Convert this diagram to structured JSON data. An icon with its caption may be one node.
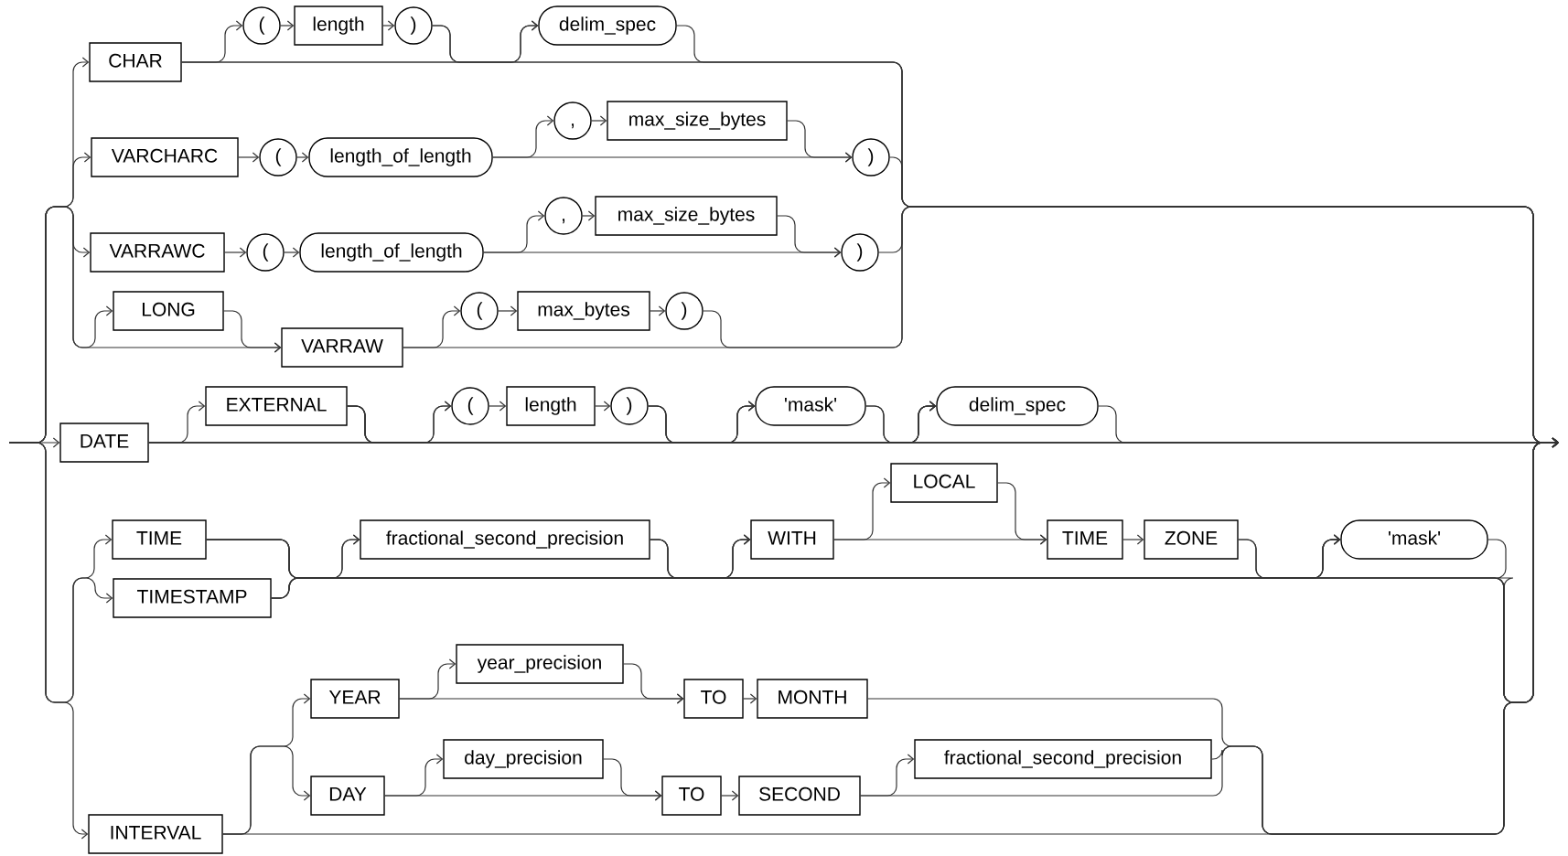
{
  "diagram": {
    "nodes": [
      {
        "text": [
          "CHAR"
        ]
      },
      {
        "text": [
          "("
        ]
      },
      {
        "text": [
          "length"
        ]
      },
      {
        "text": [
          ")"
        ]
      },
      {
        "text": [
          "delim_spec"
        ]
      },
      {
        "text": [
          "VARCHARC"
        ]
      },
      {
        "text": [
          "("
        ]
      },
      {
        "text": [
          "length_of_length"
        ]
      },
      {
        "text": [
          ","
        ]
      },
      {
        "text": [
          "max_size_bytes"
        ]
      },
      {
        "text": [
          ")"
        ]
      },
      {
        "text": [
          "VARRAWC"
        ]
      },
      {
        "text": [
          "("
        ]
      },
      {
        "text": [
          "length_of_length"
        ]
      },
      {
        "text": [
          ","
        ]
      },
      {
        "text": [
          "max_size_bytes"
        ]
      },
      {
        "text": [
          ")"
        ]
      },
      {
        "text": [
          "LONG"
        ]
      },
      {
        "text": [
          "VARRAW"
        ]
      },
      {
        "text": [
          "("
        ]
      },
      {
        "text": [
          "max_bytes"
        ]
      },
      {
        "text": [
          ")"
        ]
      },
      {
        "text": [
          "DATE"
        ]
      },
      {
        "text": [
          "EXTERNAL"
        ]
      },
      {
        "text": [
          "("
        ]
      },
      {
        "text": [
          "length"
        ]
      },
      {
        "text": [
          ")"
        ]
      },
      {
        "text": [
          "'mask'"
        ]
      },
      {
        "text": [
          "delim_spec"
        ]
      },
      {
        "text": [
          "TIME"
        ]
      },
      {
        "text": [
          "TIMESTAMP"
        ]
      },
      {
        "text": [
          "fractional_second_precision"
        ]
      },
      {
        "text": [
          "WITH"
        ]
      },
      {
        "text": [
          "LOCAL"
        ]
      },
      {
        "text": [
          "TIME"
        ]
      },
      {
        "text": [
          "ZONE"
        ]
      },
      {
        "text": [
          "'mask'"
        ]
      },
      {
        "text": [
          "YEAR"
        ]
      },
      {
        "text": [
          "year_precision"
        ]
      },
      {
        "text": [
          "TO"
        ]
      },
      {
        "text": [
          "MONTH"
        ]
      },
      {
        "text": [
          "DAY"
        ]
      },
      {
        "text": [
          "day_precision"
        ]
      },
      {
        "text": [
          "TO"
        ]
      },
      {
        "text": [
          "SECOND"
        ]
      },
      {
        "text": [
          "fractional_second_precision"
        ]
      },
      {
        "text": [
          "INTERVAL"
        ]
      }
    ],
    "edges": [
      {
        "from": null,
        "to": 0,
        "arrow": "to"
      },
      {
        "from": null,
        "to": 5,
        "arrow": "to"
      },
      {
        "from": null,
        "to": 11,
        "arrow": "to"
      },
      {
        "from": null,
        "to": 17,
        "arrow": "to"
      },
      {
        "from": null,
        "to": 18,
        "arrow": "to"
      },
      {
        "from": null,
        "to": 22,
        "arrow": "to"
      },
      {
        "from": null,
        "to": 29,
        "arrow": "to"
      },
      {
        "from": null,
        "to": 30,
        "arrow": "to"
      },
      {
        "from": null,
        "to": 46,
        "arrow": "to"
      },
      {
        "from": 0,
        "to": 1,
        "arrow": "to"
      },
      {
        "from": 0,
        "to": 4,
        "arrow": "to"
      },
      {
        "from": 0,
        "to": null,
        "arrow": "to"
      },
      {
        "from": 1,
        "to": 2,
        "arrow": "to"
      },
      {
        "from": 2,
        "to": 3,
        "arrow": "to"
      },
      {
        "from": 3,
        "to": 4,
        "arrow": "to"
      },
      {
        "from": 3,
        "to": null,
        "arrow": "to"
      },
      {
        "from": 4,
        "to": null,
        "arrow": "to"
      },
      {
        "from": 5,
        "to": 6,
        "arrow": "to"
      },
      {
        "from": 6,
        "to": 7,
        "arrow": "to"
      },
      {
        "from": 7,
        "to": 8,
        "arrow": "to"
      },
      {
        "from": 7,
        "to": 10,
        "arrow": "to"
      },
      {
        "from": 8,
        "to": 9,
        "arrow": "to"
      },
      {
        "from": 9,
        "to": 10,
        "arrow": "to"
      },
      {
        "from": 10,
        "to": null,
        "arrow": "to"
      },
      {
        "from": 11,
        "to": 12,
        "arrow": "to"
      },
      {
        "from": 12,
        "to": 13,
        "arrow": "to"
      },
      {
        "from": 13,
        "to": 14,
        "arrow": "to"
      },
      {
        "from": 13,
        "to": 16,
        "arrow": "to"
      },
      {
        "from": 14,
        "to": 15,
        "arrow": "to"
      },
      {
        "from": 15,
        "to": 16,
        "arrow": "to"
      },
      {
        "from": 16,
        "to": null,
        "arrow": "to"
      },
      {
        "from": 17,
        "to": 18,
        "arrow": "to"
      },
      {
        "from": 18,
        "to": 19,
        "arrow": "to"
      },
      {
        "from": 18,
        "to": null,
        "arrow": "to"
      },
      {
        "from": 19,
        "to": 20,
        "arrow": "to"
      },
      {
        "from": 20,
        "to": 21,
        "arrow": "to"
      },
      {
        "from": 21,
        "to": null,
        "arrow": "to"
      },
      {
        "from": 22,
        "to": 23,
        "arrow": "to"
      },
      {
        "from": 22,
        "to": 24,
        "arrow": "to"
      },
      {
        "from": 22,
        "to": 27,
        "arrow": "to"
      },
      {
        "from": 22,
        "to": 28,
        "arrow": "to"
      },
      {
        "from": 22,
        "to": null,
        "arrow": "to"
      },
      {
        "from": 23,
        "to": 24,
        "arrow": "to"
      },
      {
        "from": 23,
        "to": 27,
        "arrow": "to"
      },
      {
        "from": 23,
        "to": 28,
        "arrow": "to"
      },
      {
        "from": 23,
        "to": null,
        "arrow": "to"
      },
      {
        "from": 24,
        "to": 25,
        "arrow": "to"
      },
      {
        "from": 25,
        "to": 26,
        "arrow": "to"
      },
      {
        "from": 26,
        "to": 27,
        "arrow": "to"
      },
      {
        "from": 26,
        "to": 28,
        "arrow": "to"
      },
      {
        "from": 26,
        "to": null,
        "arrow": "to"
      },
      {
        "from": 27,
        "to": 28,
        "arrow": "to"
      },
      {
        "from": 27,
        "to": null,
        "arrow": "to"
      },
      {
        "from": 28,
        "to": null,
        "arrow": "to"
      },
      {
        "from": 29,
        "to": 31,
        "arrow": "to"
      },
      {
        "from": 29,
        "to": 32,
        "arrow": "to"
      },
      {
        "from": 29,
        "to": 36,
        "arrow": "to"
      },
      {
        "from": 29,
        "to": null,
        "arrow": "to"
      },
      {
        "from": 30,
        "to": 31,
        "arrow": "to"
      },
      {
        "from": 30,
        "to": 32,
        "arrow": "to"
      },
      {
        "from": 30,
        "to": 36,
        "arrow": "to"
      },
      {
        "from": 30,
        "to": null,
        "arrow": "to"
      },
      {
        "from": 31,
        "to": 32,
        "arrow": "to"
      },
      {
        "from": 31,
        "to": 36,
        "arrow": "to"
      },
      {
        "from": 31,
        "to": null,
        "arrow": "to"
      },
      {
        "from": 32,
        "to": 33,
        "arrow": "to"
      },
      {
        "from": 32,
        "to": 34,
        "arrow": "to"
      },
      {
        "from": 33,
        "to": 34,
        "arrow": "to"
      },
      {
        "from": 34,
        "to": 35,
        "arrow": "to"
      },
      {
        "from": 35,
        "to": 36,
        "arrow": "to"
      },
      {
        "from": 35,
        "to": null,
        "arrow": "to"
      },
      {
        "from": 36,
        "to": null,
        "arrow": "to"
      },
      {
        "from": 46,
        "to": 37,
        "arrow": "to"
      },
      {
        "from": 46,
        "to": 41,
        "arrow": "to"
      },
      {
        "from": 46,
        "to": null,
        "arrow": "to"
      },
      {
        "from": 37,
        "to": 38,
        "arrow": "to"
      },
      {
        "from": 37,
        "to": 39,
        "arrow": "to"
      },
      {
        "from": 38,
        "to": 39,
        "arrow": "to"
      },
      {
        "from": 39,
        "to": 40,
        "arrow": "to"
      },
      {
        "from": 40,
        "to": null,
        "arrow": "to"
      },
      {
        "from": 41,
        "to": 42,
        "arrow": "to"
      },
      {
        "from": 41,
        "to": 43,
        "arrow": "to"
      },
      {
        "from": 42,
        "to": 43,
        "arrow": "to"
      },
      {
        "from": 43,
        "to": 44,
        "arrow": "to"
      },
      {
        "from": 44,
        "to": 45,
        "arrow": "to"
      },
      {
        "from": 44,
        "to": null,
        "arrow": "to"
      },
      {
        "from": 45,
        "to": null,
        "arrow": "to"
      }
    ]
  }
}
